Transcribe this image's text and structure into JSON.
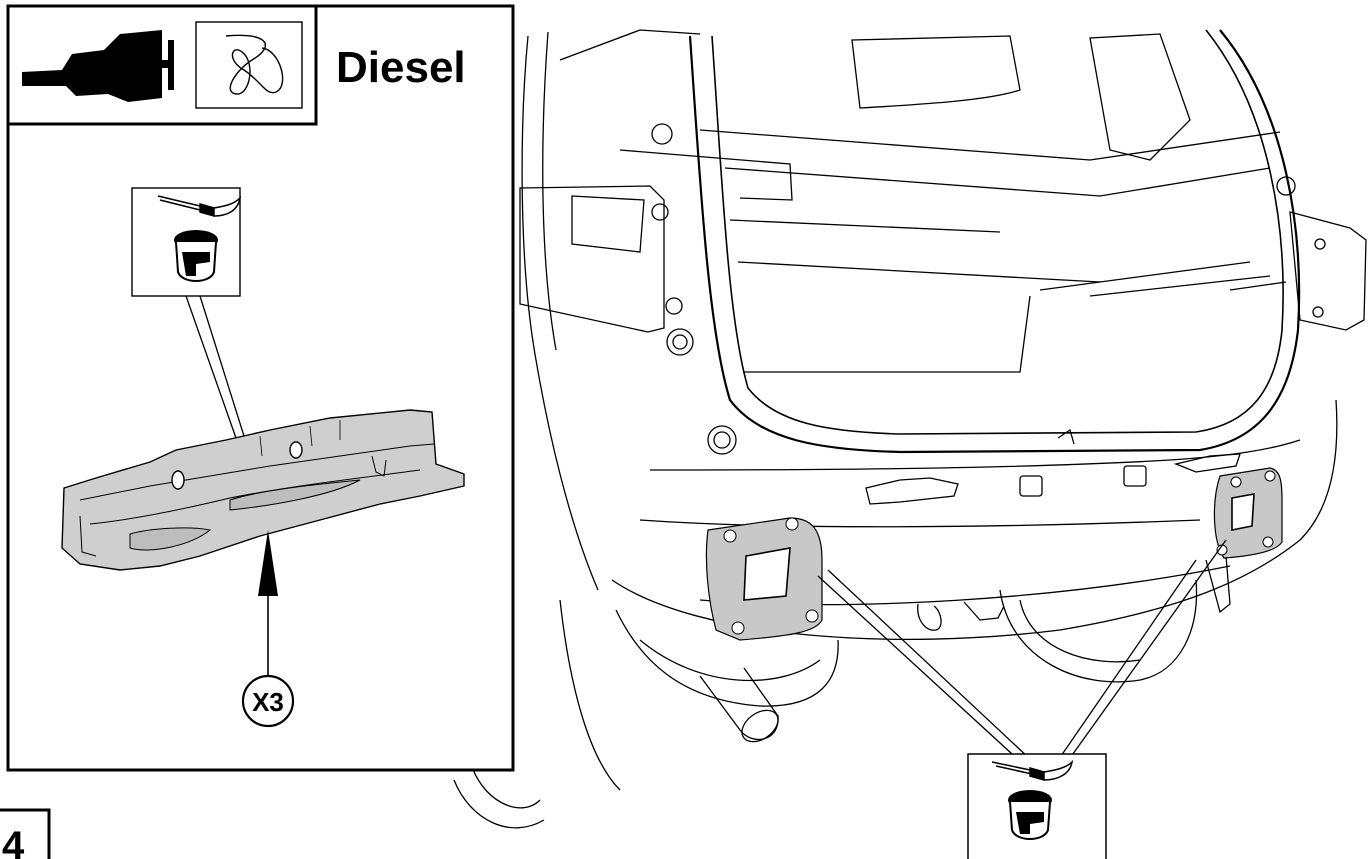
{
  "header": {
    "fuel_label": "Diesel"
  },
  "callout": {
    "label": "X3"
  },
  "step": {
    "number": "4"
  },
  "icons": {
    "fuel_pipe": "fuel-pipe-icon",
    "spring": "spring-coil-icon",
    "brush": "brush-icon",
    "paint_pot": "paint-pot-icon"
  },
  "colors": {
    "line": "#000000",
    "panel_fill": "#c8c8c8",
    "background": "#ffffff"
  }
}
